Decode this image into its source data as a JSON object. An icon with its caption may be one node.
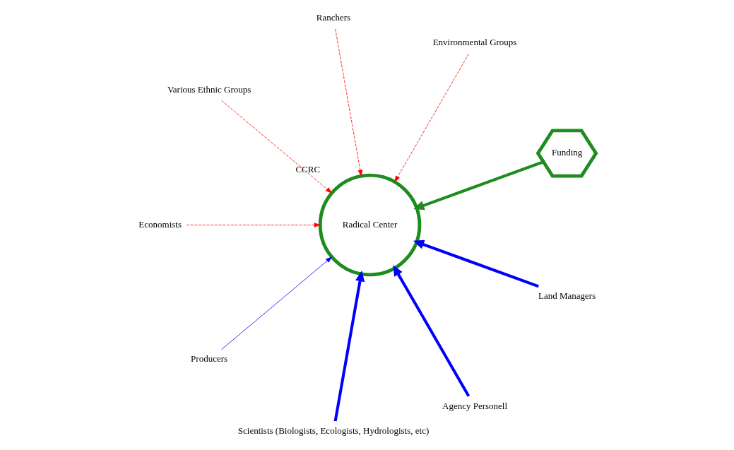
{
  "diagram": {
    "nodes": [
      {
        "text": [
          "Radical Center"
        ],
        "beside": [
          "CCRC"
        ]
      },
      {
        "text": [
          "Funding"
        ]
      },
      {
        "text": [
          "Environmental Groups"
        ]
      },
      {
        "text": [
          "Ranchers"
        ]
      },
      {
        "text": [
          "Various Ethnic Groups"
        ]
      },
      {
        "text": [
          "Economists"
        ]
      },
      {
        "text": [
          "Producers"
        ]
      },
      {
        "text": [
          "Scientists (Biologists, Ecologists, Hydrologists, etc)"
        ]
      },
      {
        "text": [
          "Agency Personell"
        ]
      },
      {
        "text": [
          "Land Managers"
        ]
      }
    ],
    "edges": [
      {
        "from": 1,
        "to": 0,
        "arrow": "to",
        "style": "thick",
        "color": "#1e8c1e"
      },
      {
        "from": 2,
        "to": 0,
        "arrow": "to",
        "style": "dashed"
      },
      {
        "from": 3,
        "to": 0,
        "arrow": "to",
        "style": "dashed"
      },
      {
        "from": 4,
        "to": 0,
        "arrow": "to",
        "style": "dashed"
      },
      {
        "from": 5,
        "to": 0,
        "arrow": "to",
        "style": "dashed"
      },
      {
        "from": 6,
        "to": 0,
        "arrow": "to",
        "color": "#0000ff"
      },
      {
        "from": 7,
        "to": 0,
        "arrow": "to",
        "style": "thick",
        "color": "#0000ff"
      },
      {
        "from": 8,
        "to": 0,
        "arrow": "to",
        "style": "thick",
        "color": "#0000ff"
      },
      {
        "from": 9,
        "to": 0,
        "arrow": "to",
        "style": "thick",
        "color": "#0000ff"
      }
    ]
  }
}
